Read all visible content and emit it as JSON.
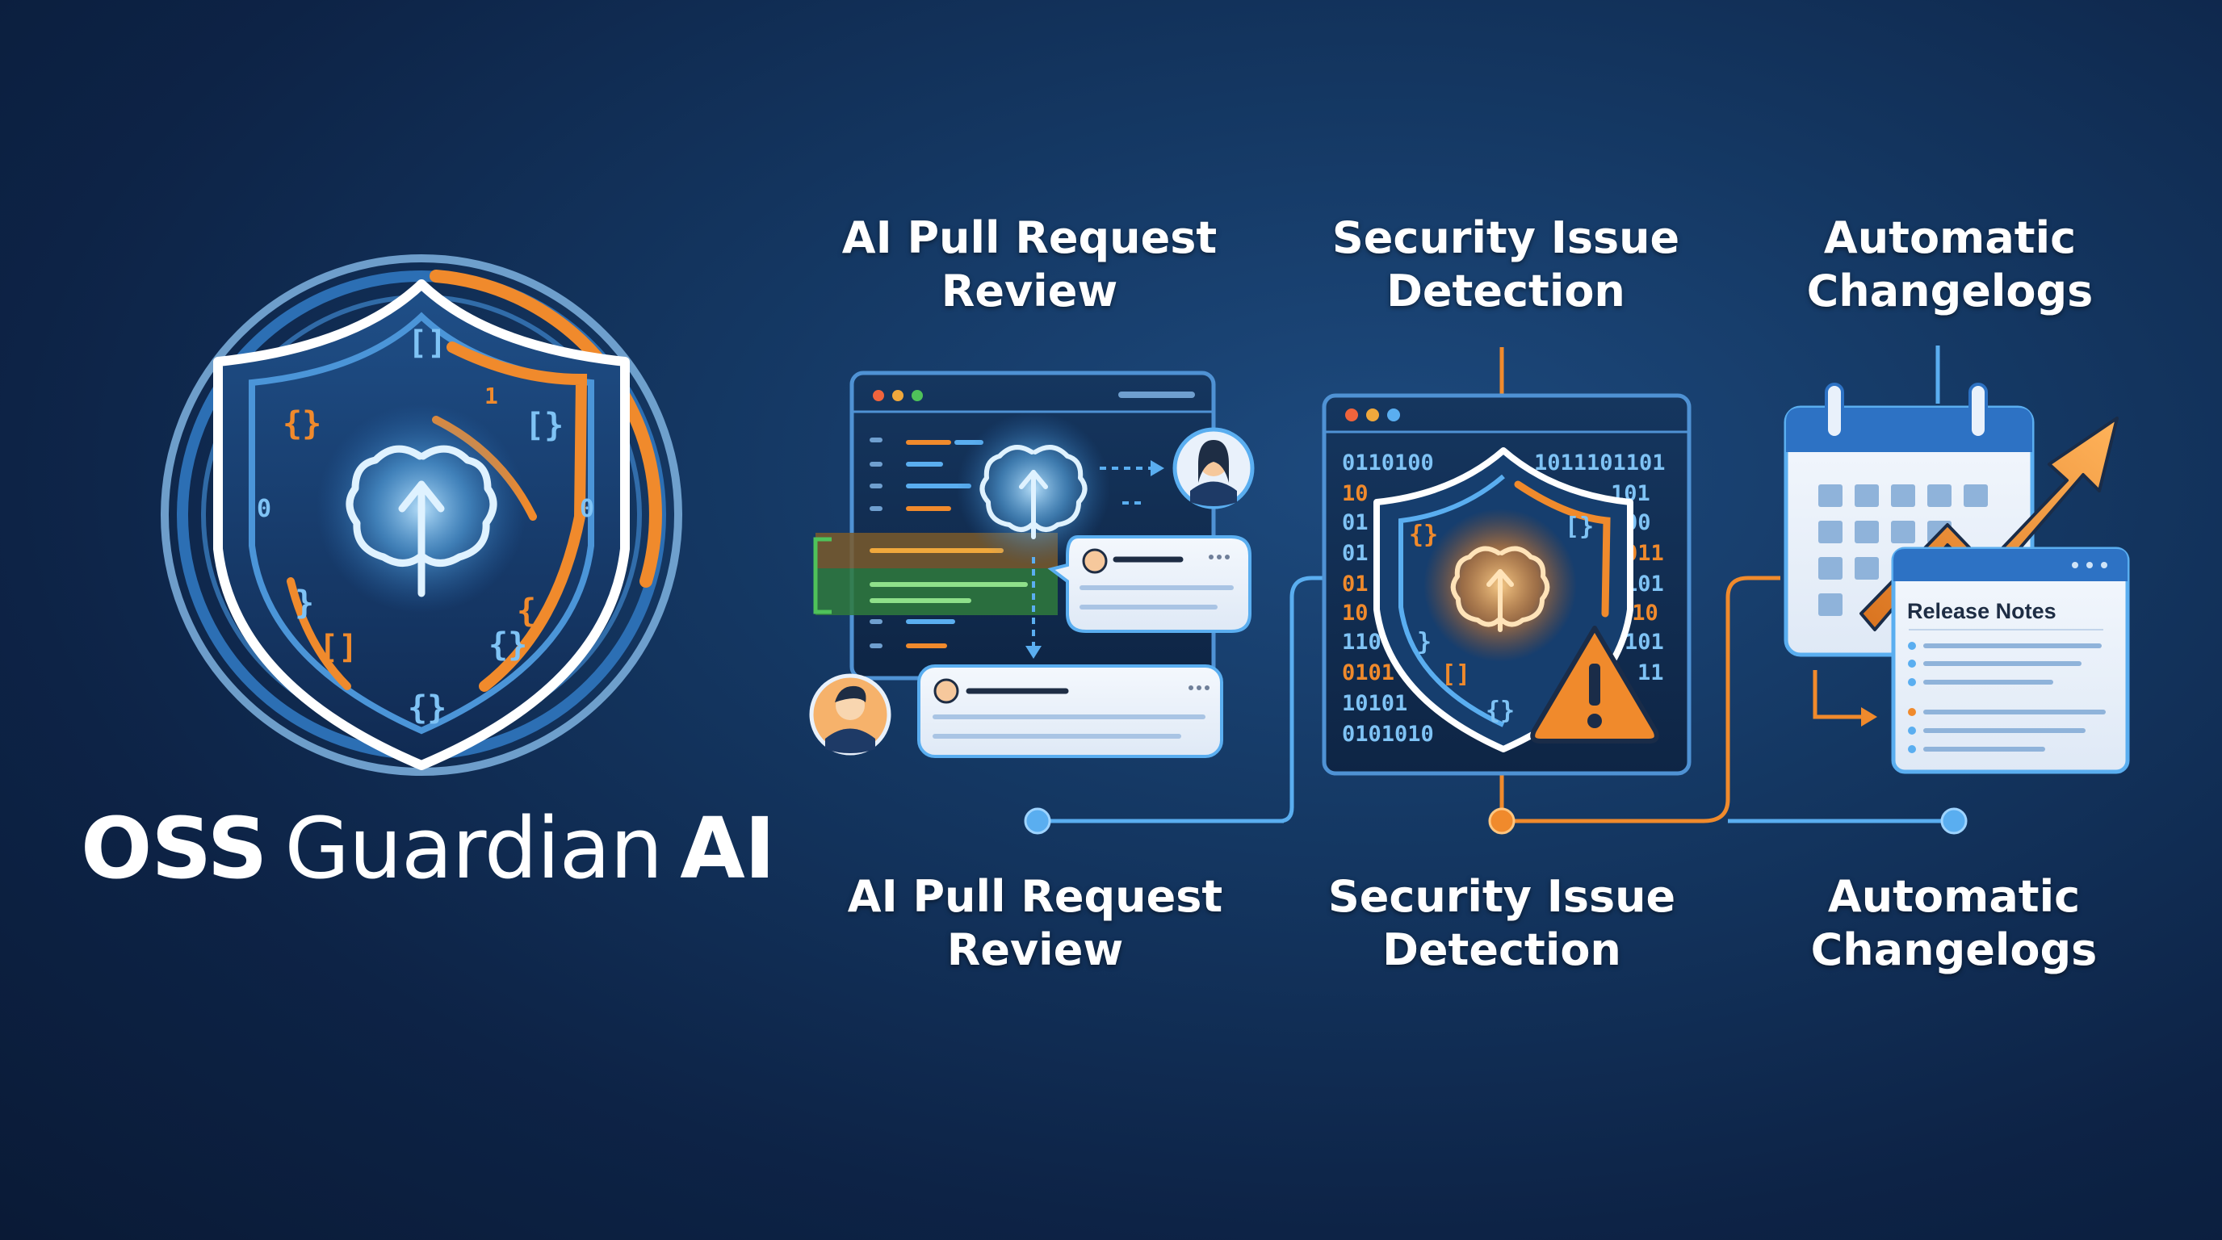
{
  "brand": {
    "part1": "OSS",
    "part2": "Guardian",
    "part3": "AI"
  },
  "features_top": [
    {
      "line1": "AI Pull Request",
      "line2": "Review"
    },
    {
      "line1": "Security Issue",
      "line2": "Detection"
    },
    {
      "line1": "Automatic",
      "line2": "Changelogs"
    }
  ],
  "features_bottom": [
    {
      "line1": "AI Pull Request",
      "line2": "Review"
    },
    {
      "line1": "Security Issue",
      "line2": "Detection"
    },
    {
      "line1": "Automatic",
      "line2": "Changelogs"
    }
  ],
  "release_notes_label": "Release Notes",
  "binary_lines": [
    "0110100",
    "1011101101",
    "10",
    "101",
    "01",
    "00",
    "01",
    "011",
    "01",
    "101",
    "10",
    "010",
    "110",
    "101",
    "0101",
    "11",
    "10101",
    "0101010"
  ],
  "colors": {
    "accent_orange": "#f08a2c",
    "accent_blue": "#5aaef0",
    "text": "#ffffff",
    "card": "#e9f1fb"
  },
  "icons": [
    "shield-icon",
    "brain-icon",
    "warning-icon",
    "calendar-icon",
    "trend-arrow-icon",
    "avatar-icon",
    "chat-bubble-icon"
  ]
}
